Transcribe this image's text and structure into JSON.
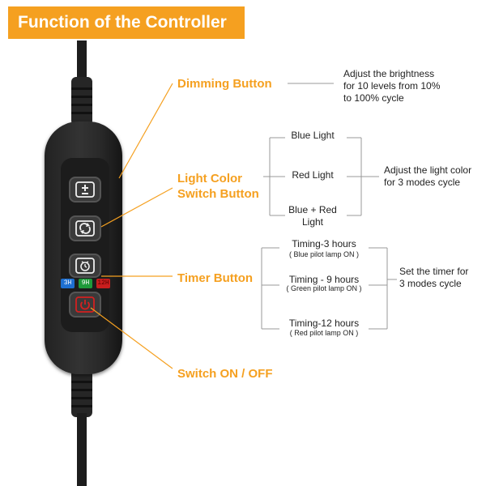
{
  "title": "Function of the Controller",
  "indicators": [
    {
      "label": "3H",
      "color": "#1e6fd0"
    },
    {
      "label": "9H",
      "color": "#1e9a3a"
    },
    {
      "label": "12H",
      "color": "#c81e1e"
    }
  ],
  "callouts": {
    "dimming": "Dimming Button",
    "light_color_line1": "Light Color",
    "light_color_line2": "Switch Button",
    "timer": "Timer Button",
    "switch": "Switch ON / OFF"
  },
  "dimming_desc": {
    "line1": "Adjust the brightness",
    "line2": "for 10 levels from 10%",
    "line3": "to 100% cycle"
  },
  "light_modes": {
    "blue": "Blue Light",
    "red": "Red Light",
    "both_line1": "Blue + Red",
    "both_line2": "Light",
    "desc_line1": "Adjust the light color",
    "desc_line2": "for 3 modes cycle"
  },
  "timer_modes": {
    "t3": "Timing-3 hours",
    "t3_note": "( Blue pilot lamp ON )",
    "t9": "Timing - 9 hours",
    "t9_note": "( Green pilot lamp ON )",
    "t12": "Timing-12 hours",
    "t12_note": "( Red pilot lamp ON )",
    "desc_line1": "Set the timer for",
    "desc_line2": "3 modes cycle"
  },
  "colors": {
    "accent": "#f5a020",
    "body": "#222222"
  },
  "icons": [
    "dimming-icon",
    "cycle-icon",
    "clock-icon",
    "power-icon"
  ]
}
